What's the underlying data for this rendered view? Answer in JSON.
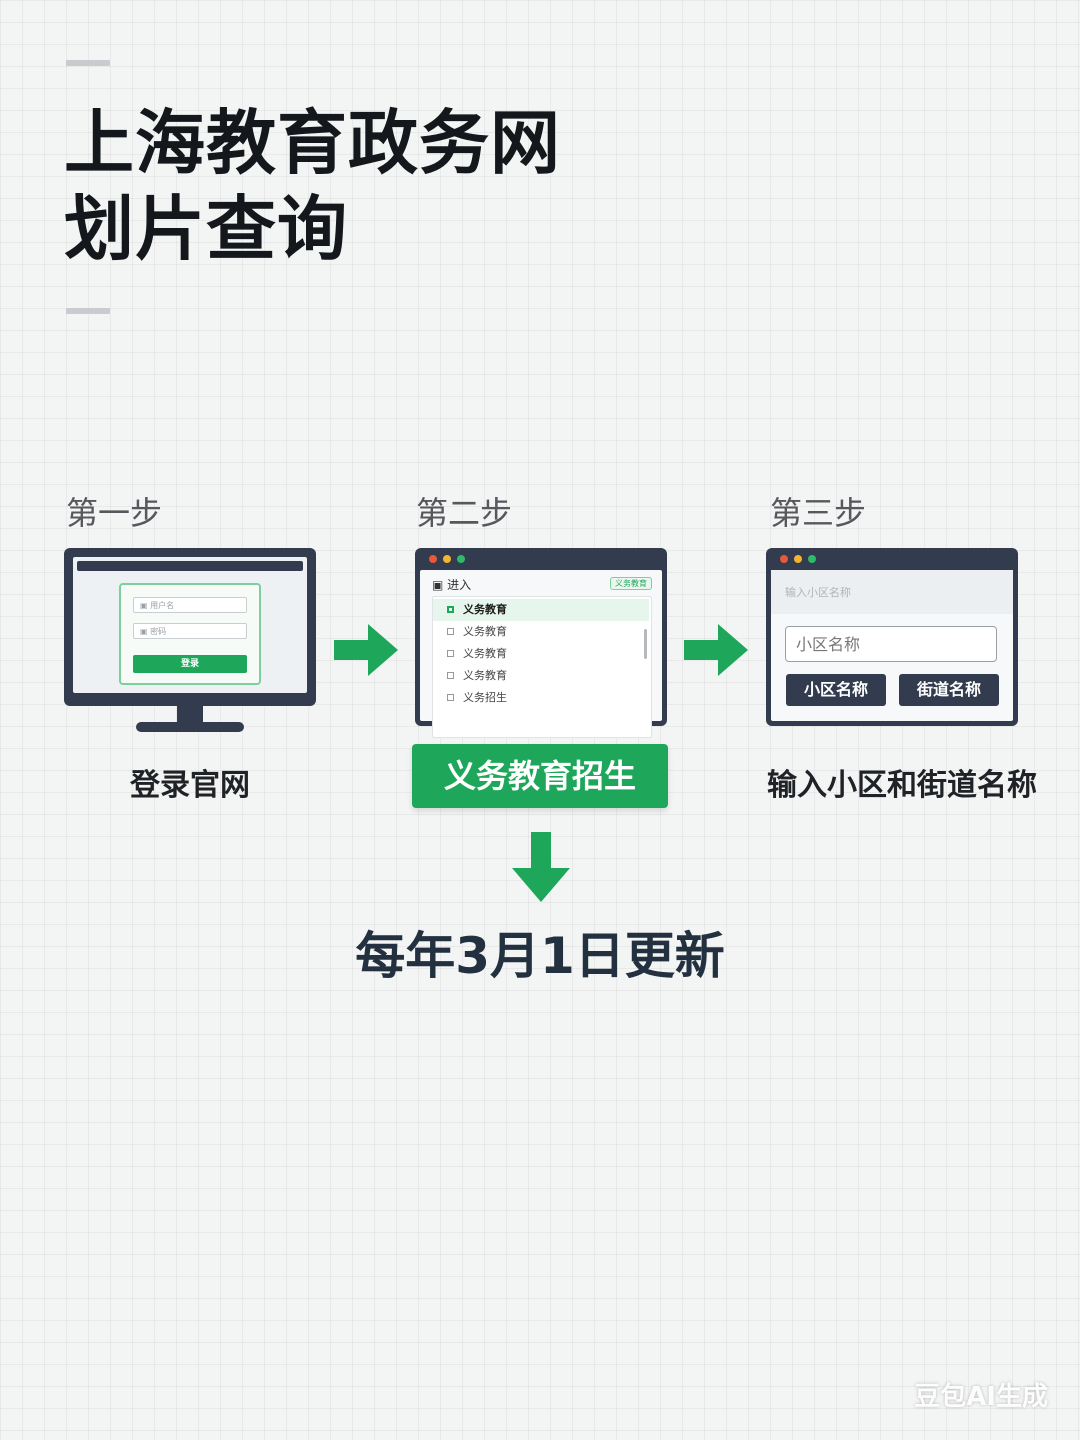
{
  "title": {
    "line1": "上海教育政务网",
    "line2": "划片查询"
  },
  "steps": [
    {
      "label": "第一步",
      "caption": "登录官网"
    },
    {
      "label": "第二步",
      "caption": "义务教育招生"
    },
    {
      "label": "第三步",
      "caption": "输入小区和街道名称"
    }
  ],
  "step1_screen": {
    "field1": "▣ 用户名",
    "field2": "▣ 密码",
    "button": "登录"
  },
  "step2_screen": {
    "header": "▣ 进入",
    "badge": "义务教育",
    "items": [
      "义务教育",
      "义务教育",
      "义务教育",
      "义务教育",
      "义务招生"
    ]
  },
  "step3_screen": {
    "caption": "输入小区名称",
    "input_value": "小区名称",
    "btn1": "小区名称",
    "btn2": "街道名称"
  },
  "update_note": "每年3月1日更新",
  "watermark": "豆包AI生成",
  "colors": {
    "accent": "#1ea75a",
    "dark": "#323c4e",
    "window_dots": [
      "#e8593b",
      "#f2b531",
      "#2dbb6a"
    ]
  },
  "icons": [
    "monitor-icon",
    "arrow-right-icon",
    "arrow-down-icon"
  ]
}
